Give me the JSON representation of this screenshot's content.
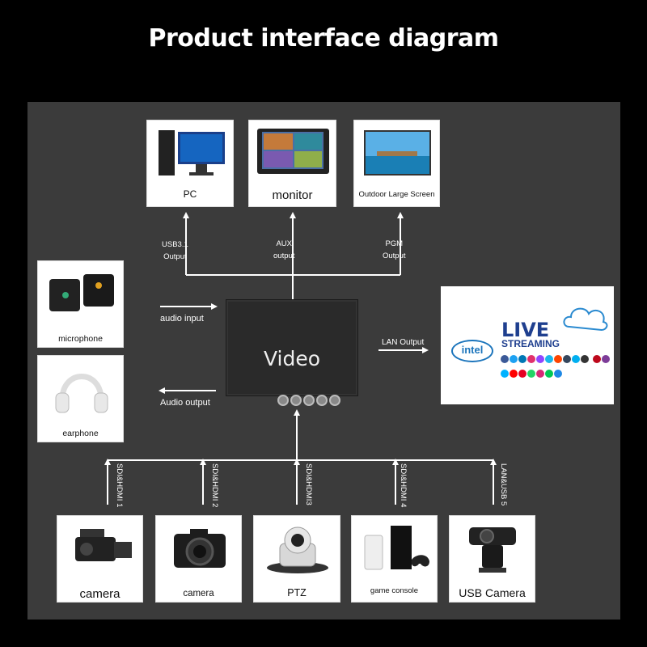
{
  "title": "Product interface diagram",
  "top_outputs": [
    {
      "label": "PC",
      "icon": "pc-icon"
    },
    {
      "label": "monitor",
      "icon": "monitor-icon"
    },
    {
      "label": "Outdoor Large Screen",
      "icon": "large-screen-icon"
    }
  ],
  "output_links": [
    {
      "label1": "USB3.1",
      "label2": "Output"
    },
    {
      "label1": "AUX",
      "label2": "output"
    },
    {
      "label1": "PGM",
      "label2": "Output"
    }
  ],
  "left_devices": [
    {
      "label": "microphone",
      "icon": "microphone-icon"
    },
    {
      "label": "earphone",
      "icon": "earphone-icon"
    }
  ],
  "audio_input": "audio input",
  "audio_output": "Audio output",
  "center_device": "Video",
  "lan_output": "LAN Output",
  "streaming": {
    "intel": "intel",
    "live": "LIVE",
    "streaming": "STREAMING"
  },
  "input_links": [
    "SDI&HDMI 1",
    "SDI&HDMI 2",
    "SDI&HDMI3",
    "SDI&HDMI 4",
    "LAN&USB 5"
  ],
  "bottom_inputs": [
    {
      "label": "camera",
      "icon": "camcorder-icon"
    },
    {
      "label": "camera",
      "icon": "dslr-camera-icon"
    },
    {
      "label": "PTZ",
      "icon": "ptz-camera-icon"
    },
    {
      "label": "game console",
      "icon": "game-console-icon"
    },
    {
      "label": "USB Camera",
      "icon": "webcam-icon"
    }
  ],
  "colors": {
    "background": "#000000",
    "panel": "#3b3b3b",
    "lines": "#ffffff",
    "brand": "#1f3f8f",
    "intel": "#1c75bc"
  }
}
